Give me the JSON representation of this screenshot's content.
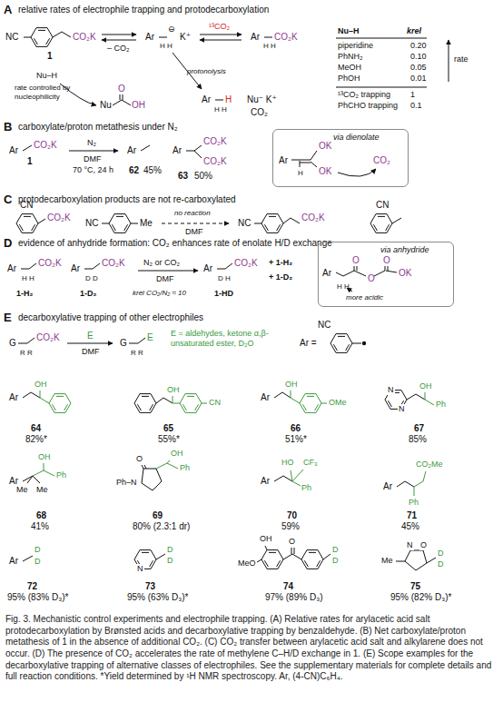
{
  "diagram": {
    "caption": "Fig. 3. Mechanistic control experiments and electrophile trapping. (A) Relative rates for arylacetic acid salt protodecarboxylation by Brønsted acids and decarboxylative trapping by benzaldehyde. (B) Net carboxylate/proton metathesis of 1 in the absence of additional CO₂. (C) CO₂ transfer between arylacetic acid salt and alkylarene does not occur. (D) The presence of CO₂ accelerates the rate of methylene C–H/D exchange in 1. (E) Scope examples for the decarboxylative trapping of alternative classes of electrophiles. See the supplementary materials for complete details and full reaction conditions. *Yield determined by ¹H NMR spectroscopy. Ar, (4-CN)C₆H₄.",
    "nodes": [
      {
        "text": [
          "via dienolate",
          "Ar",
          "OK",
          "OK",
          "H",
          "CO₂"
        ]
      },
      {
        "text": [
          "via anhydride",
          "Ar",
          "O",
          "O",
          "O",
          "OK",
          "H",
          "H",
          "more acidic"
        ]
      }
    ],
    "labels": [
      "A",
      "relative rates of electrophile trapping and protodecarboxylation",
      "NC",
      "CO₂K",
      "1",
      "– CO₂",
      "Ar",
      "⊖",
      "K⁺",
      "H H",
      "¹³CO₂",
      "Ar",
      "CO₂K",
      "H H",
      "Nu–H",
      "krel",
      "piperidine",
      "0.20",
      "PhNH₂",
      "0.10",
      "MeOH",
      "0.05",
      "PhOH",
      "0.01",
      "rate",
      "¹³CO₂ trapping",
      "1",
      "PhCHO trapping",
      "0.1",
      "Nu–H",
      "rate controlled by nucleophilicity",
      "Nu",
      "O",
      "OH",
      "protonolysis",
      "Ar",
      "H",
      "H H",
      "Nu⁻ K⁺",
      "CO₂",
      "B",
      "carboxylate/proton metathesis under N₂",
      "Ar",
      "CO₂K",
      "1",
      "N₂",
      "DMF",
      "70 °C, 24 h",
      "Ar",
      "62",
      "45%",
      "Ar",
      "CO₂K",
      "CO₂K",
      "63",
      "50%",
      "C",
      "protodecarboxylation products are not re-carboxylated",
      "CN",
      "CO₂K",
      "NC",
      "Me",
      "no reaction",
      "DMF",
      "NC",
      "CO₂K",
      "CN",
      "D",
      "evidence of anhydride formation: CO₂ enhances rate of enolate H/D exchange",
      "Ar",
      "CO₂K",
      "H H",
      "1-H₂",
      "Ar",
      "CO₂K",
      "D D",
      "1-D₂",
      "N₂ or CO₂",
      "DMF",
      "krel CO₂/N₂ ≈ 10",
      "Ar",
      "CO₂K",
      "D H",
      "1-HD",
      "+ 1-H₂",
      "+ 1-D₂",
      "E",
      "decarboxylative trapping of other electrophiles",
      "G",
      "CO₂K",
      "R R",
      "E",
      "DMF",
      "G",
      "E",
      "R R",
      "E = aldehydes, ketone α,β-unsaturated ester, D₂O",
      "Ar =",
      "NC",
      "Ar",
      "OH",
      "64",
      "82%*",
      "OH",
      "CN",
      "65",
      "55%*",
      "Ar",
      "OH",
      "OMe",
      "66",
      "51%*",
      "N",
      "N",
      "OH",
      "Ph",
      "67",
      "85%",
      "Ar",
      "OH",
      "Ph",
      "Me",
      "Me",
      "68",
      "41%",
      "O",
      "Ph–N",
      "OH",
      "Ph",
      "69",
      "80% (2.3:1 dr)",
      "Ar",
      "HO",
      "CF₃",
      "Ph",
      "70",
      "59%",
      "Ar",
      "CO₂Me",
      "Ph",
      "71",
      "45%",
      "Ar",
      "D",
      "D",
      "72",
      "95% (83% D₃)*",
      "N",
      "D",
      "D",
      "73",
      "95% (63% D₃)*",
      "OH",
      "MeO",
      "O",
      "D",
      "D",
      "74",
      "97% (89% D₃)",
      "Me",
      "N",
      "O",
      "D",
      "D",
      "75",
      "95% (82% D₃)*"
    ]
  }
}
